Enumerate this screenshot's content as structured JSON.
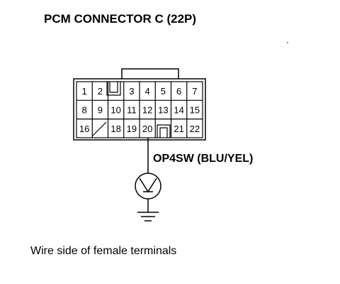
{
  "title": "PCM CONNECTOR C (22P)",
  "connector": {
    "rows": [
      [
        "1",
        "2",
        "",
        "3",
        "4",
        "5",
        "6",
        "7"
      ],
      [
        "8",
        "9",
        "10",
        "11",
        "12",
        "13",
        "14",
        "15"
      ],
      [
        "16",
        "",
        "18",
        "19",
        "20",
        "",
        "21",
        "22"
      ]
    ]
  },
  "wire": {
    "label": "OP4SW (BLU/YEL)"
  },
  "caption": "Wire side of female terminals"
}
